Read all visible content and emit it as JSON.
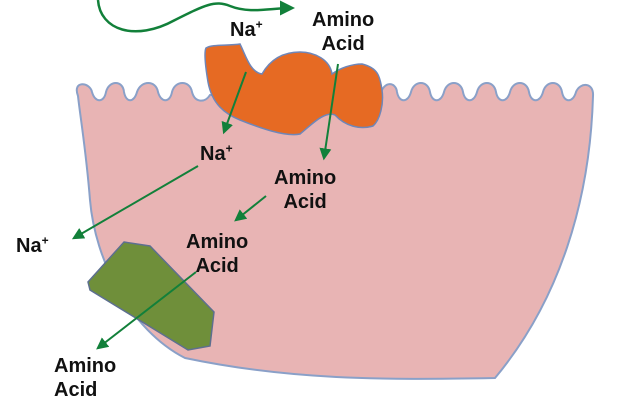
{
  "colors": {
    "cell_fill": "#e8b4b4",
    "cell_stroke": "#8aa0c8",
    "transporter_fill": "#e66a23",
    "transporter_stroke": "#6f86b8",
    "pump_fill": "#6f8f3a",
    "pump_stroke": "#5d6f8f",
    "arrow": "#12803a"
  },
  "labels": {
    "na_top": {
      "base": "Na",
      "charge": "+"
    },
    "aa_top": {
      "line1": "Amino",
      "line2": "Acid"
    },
    "na_mid": {
      "base": "Na",
      "charge": "+"
    },
    "aa_mid": {
      "line1": "Amino",
      "line2": "Acid"
    },
    "na_left": {
      "base": "Na",
      "charge": "+"
    },
    "aa_center": {
      "line1": "Amino",
      "line2": "Acid"
    },
    "aa_bottom": {
      "line1": "Amino",
      "line2": "Acid"
    }
  }
}
